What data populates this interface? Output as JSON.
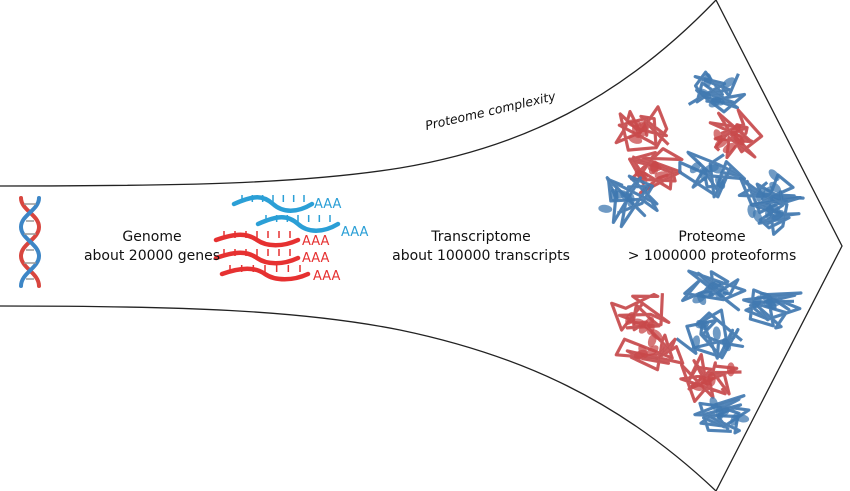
{
  "complexity_label": "Proteome complexity",
  "stages": {
    "genome": {
      "title": "Genome",
      "detail": "about 20000 genes"
    },
    "transcriptome": {
      "title": "Transcriptome",
      "detail": "about 100000 transcripts"
    },
    "proteome": {
      "title": "Proteome",
      "detail": "> 1000000 proteoforms"
    }
  },
  "transcripts": [
    {
      "tail": "AAA",
      "color": "#2b9fd6"
    },
    {
      "tail": "AAA",
      "color": "#2b9fd6"
    },
    {
      "tail": "AAA",
      "color": "#e63131"
    },
    {
      "tail": "AAA",
      "color": "#e63131"
    },
    {
      "tail": "AAA",
      "color": "#e63131"
    }
  ],
  "colors": {
    "outline": "#222222",
    "dna_red": "#d8463f",
    "dna_blue": "#3d86c6",
    "protein_red": "#c8484a",
    "protein_blue": "#3f78b0"
  }
}
